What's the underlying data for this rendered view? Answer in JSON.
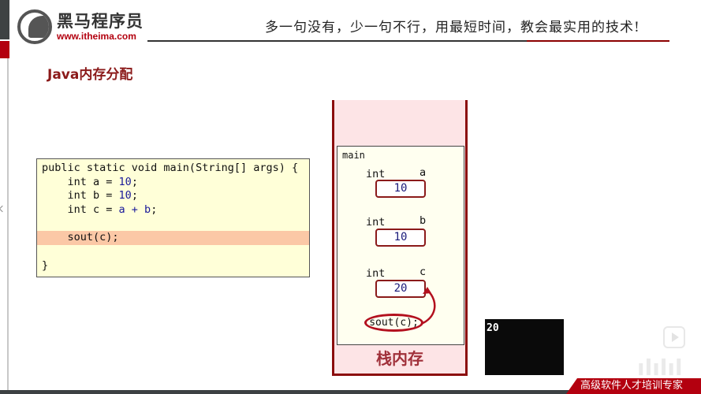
{
  "header": {
    "logo_cn": "黑马程序员",
    "logo_url": "www.itheima.com",
    "slogan": "多一句没有，少一句不行，用最短时间，教会最实用的技术!"
  },
  "section_title": "Java内存分配",
  "code": {
    "lines": [
      {
        "text": "public static void main(String[] args) {"
      },
      {
        "prefix": "    int a = ",
        "num": "10",
        "suffix": ";"
      },
      {
        "prefix": "    int b = ",
        "num": "10",
        "suffix": ";"
      },
      {
        "prefix": "    int c = ",
        "num": "a + b",
        "suffix": ";"
      },
      {
        "text": ""
      },
      {
        "text": "    sout(c);",
        "highlighted": true
      },
      {
        "text": ""
      },
      {
        "text": "}"
      }
    ]
  },
  "stack": {
    "frame_label": "main",
    "variables": [
      {
        "type": "int",
        "name": "a",
        "value": "10"
      },
      {
        "type": "int",
        "name": "b",
        "value": "10"
      },
      {
        "type": "int",
        "name": "c",
        "value": "20"
      }
    ],
    "statement": "sout(c);",
    "label": "栈内存"
  },
  "console": {
    "output": "20"
  },
  "footer": {
    "banner_text": "高级软件人才培训专家"
  },
  "colors": {
    "brand_red": "#b3000f",
    "title_red": "#8b1a1a",
    "stack_bg": "#fde4e6",
    "code_bg": "#ffffd8",
    "highlight": "#fbc8a6"
  }
}
